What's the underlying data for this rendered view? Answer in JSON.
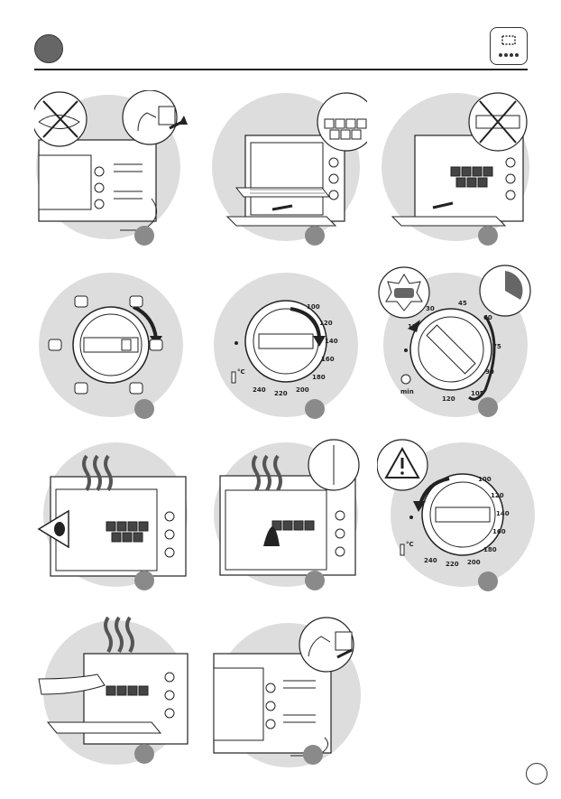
{
  "header": {
    "icon": "oven-function-icon"
  },
  "dial5": {
    "unit": "°C",
    "ticks": [
      "100",
      "120",
      "140",
      "160",
      "180",
      "200",
      "220",
      "240"
    ]
  },
  "dial6": {
    "unit": "min",
    "ticks": [
      "15",
      "30",
      "45",
      "60",
      "75",
      "90",
      "105",
      "120"
    ]
  },
  "dial9": {
    "unit": "°C",
    "ticks": [
      "100",
      "120",
      "140",
      "160",
      "180",
      "200",
      "220",
      "240"
    ]
  },
  "footer": {
    "page_number": ""
  }
}
